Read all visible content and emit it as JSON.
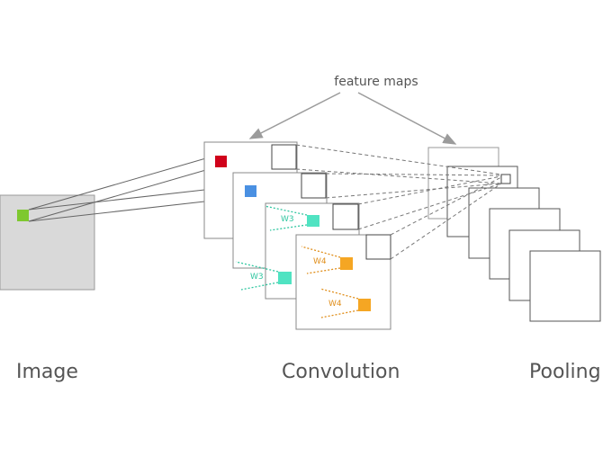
{
  "labels": {
    "image": "Image",
    "convolution": "Convolution",
    "pooling": "Pooling",
    "feature_maps": "feature maps"
  },
  "kernel_labels": [
    "W3",
    "W3",
    "W4",
    "W4"
  ],
  "colors": {
    "input_pixel": "#7ec82f",
    "map1_pixel": "#d0021b",
    "map2_pixel": "#4a90e2",
    "w3": "#2fc6a0",
    "w3_fill": "#50e3c2",
    "w4": "#e08e1a",
    "w4_fill": "#f5a623",
    "image_fill": "#d9d9d9",
    "stroke": "#555555"
  }
}
